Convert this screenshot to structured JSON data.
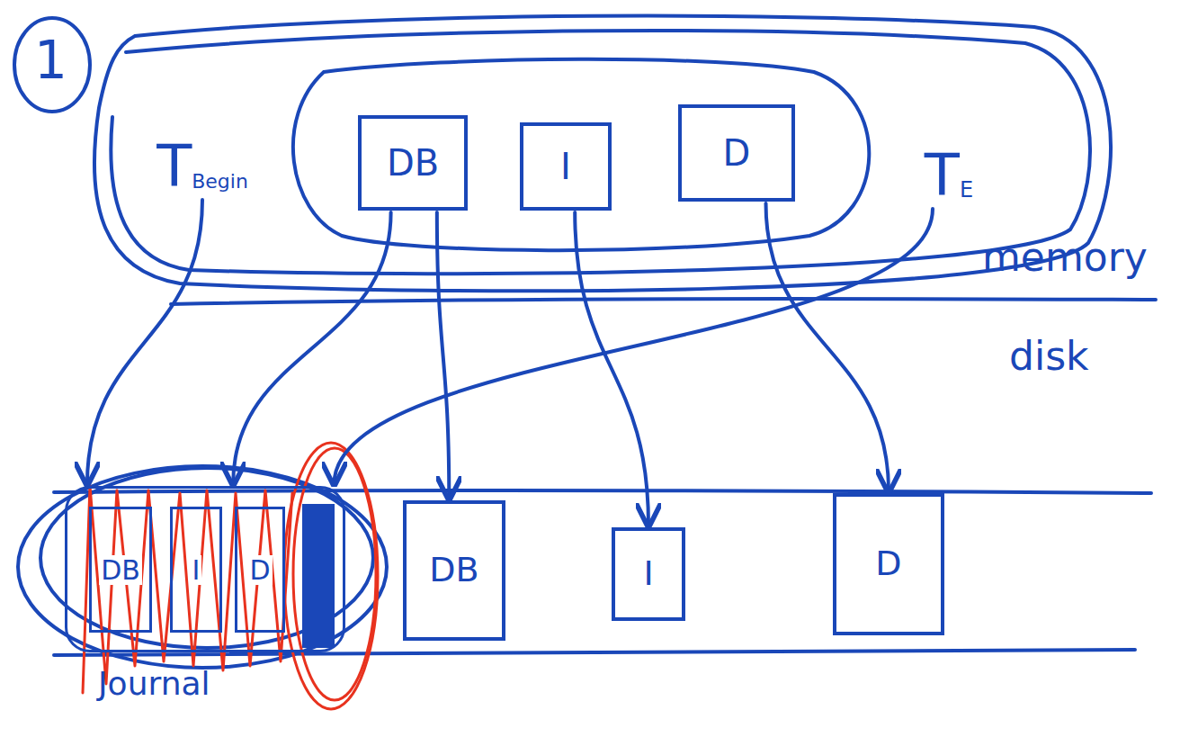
{
  "diagram": {
    "nodes": [
      {
        "text": [
          "T",
          "Begin"
        ]
      },
      {
        "text": [
          "DB"
        ]
      },
      {
        "text": [
          "I"
        ]
      },
      {
        "text": [
          "D"
        ]
      },
      {
        "text": [
          "T",
          "E"
        ]
      },
      {
        "text": [
          "Journal"
        ]
      },
      {
        "text": [
          "DB"
        ],
        "in": 5
      },
      {
        "text": [
          "I"
        ],
        "in": 5
      },
      {
        "text": [
          "D"
        ],
        "in": 5
      },
      {
        "text": [
          "DB"
        ]
      },
      {
        "text": [
          "I"
        ]
      },
      {
        "text": [
          "D"
        ]
      }
    ],
    "edges": [
      {
        "from": 0,
        "to": 5,
        "arrow": "to"
      },
      {
        "from": 1,
        "to": 5,
        "arrow": "to"
      },
      {
        "from": 4,
        "to": 5,
        "arrow": "to"
      },
      {
        "from": 1,
        "to": 9,
        "arrow": "to"
      },
      {
        "from": 2,
        "to": 10,
        "arrow": "to"
      },
      {
        "from": 3,
        "to": 11,
        "arrow": "to"
      }
    ],
    "labels": [
      "1",
      "memory",
      "disk"
    ]
  }
}
